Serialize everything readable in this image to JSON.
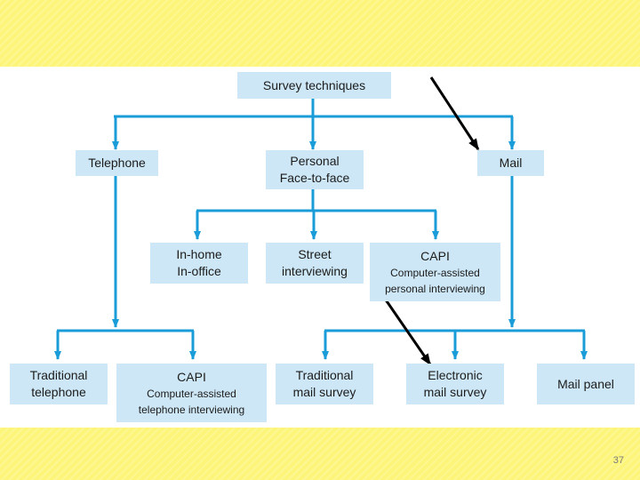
{
  "slide": {
    "number": "37"
  },
  "diagram": {
    "root": {
      "label": "Survey techniques"
    },
    "telephone": {
      "label": "Telephone"
    },
    "personal": {
      "line1": "Personal",
      "line2": "Face-to-face"
    },
    "mail": {
      "label": "Mail"
    },
    "in_home": {
      "line1": "In-home",
      "line2": "In-office"
    },
    "street": {
      "line1": "Street",
      "line2": "interviewing"
    },
    "capi_personal": {
      "title": "CAPI",
      "line1": "Computer-assisted",
      "line2": "personal interviewing"
    },
    "traditional_telephone": {
      "line1": "Traditional",
      "line2": "telephone"
    },
    "capi_telephone": {
      "title": "CAPI",
      "line1": "Computer-assisted",
      "line2": "telephone interviewing"
    },
    "traditional_mail": {
      "line1": "Traditional",
      "line2": "mail survey"
    },
    "electronic_mail": {
      "line1": "Electronic",
      "line2": "mail survey"
    },
    "mail_panel": {
      "label": "Mail panel"
    },
    "colors": {
      "connector": "#1a9cd8",
      "box": "#cde7f6",
      "band": "#fdf57a",
      "annotation": "#000000"
    }
  }
}
